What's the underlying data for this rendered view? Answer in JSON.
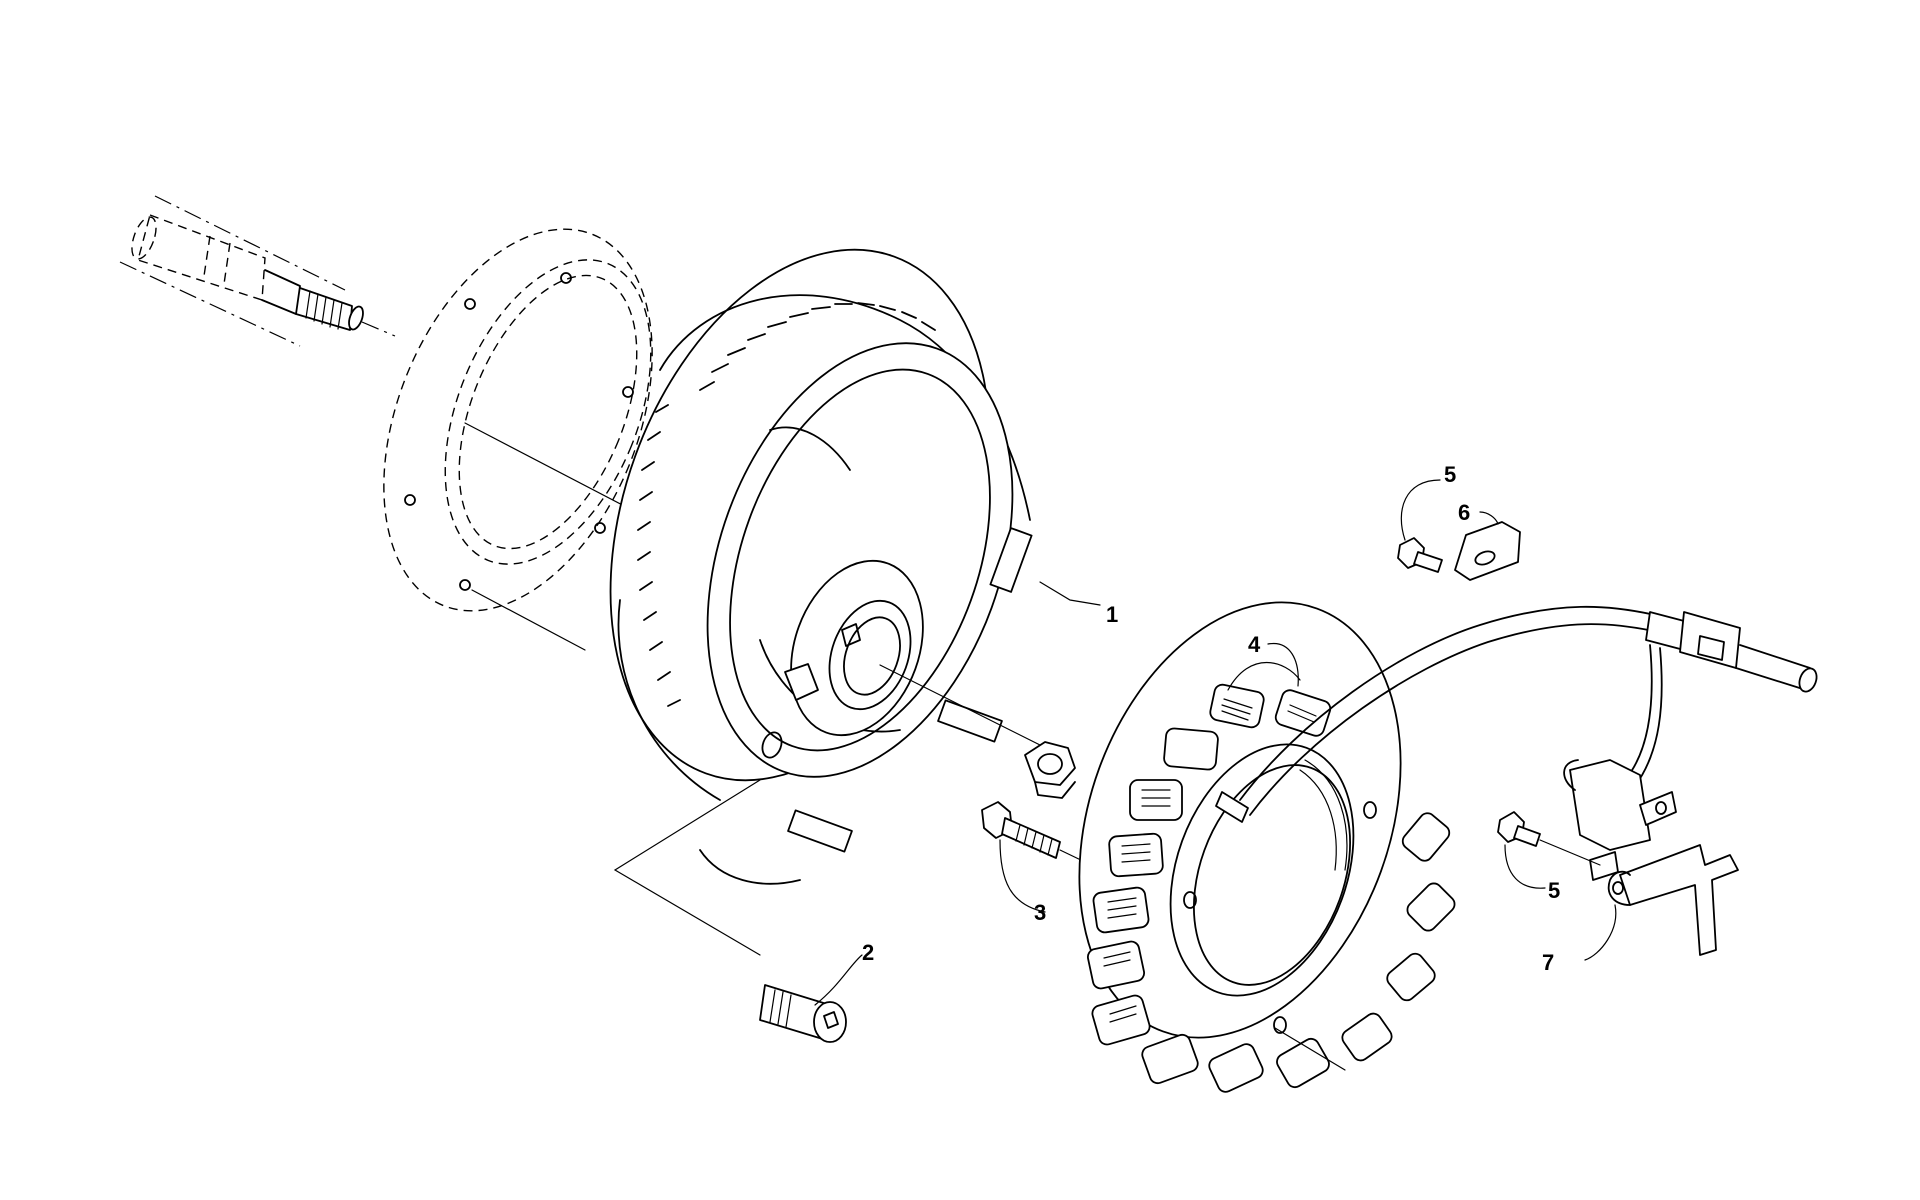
{
  "diagram": {
    "callouts": [
      {
        "id": "callout-1",
        "label": "1"
      },
      {
        "id": "callout-2",
        "label": "2"
      },
      {
        "id": "callout-3",
        "label": "3"
      },
      {
        "id": "callout-4",
        "label": "4"
      },
      {
        "id": "callout-5a",
        "label": "5"
      },
      {
        "id": "callout-6",
        "label": "6"
      },
      {
        "id": "callout-5b",
        "label": "5"
      },
      {
        "id": "callout-7",
        "label": "7"
      }
    ]
  }
}
